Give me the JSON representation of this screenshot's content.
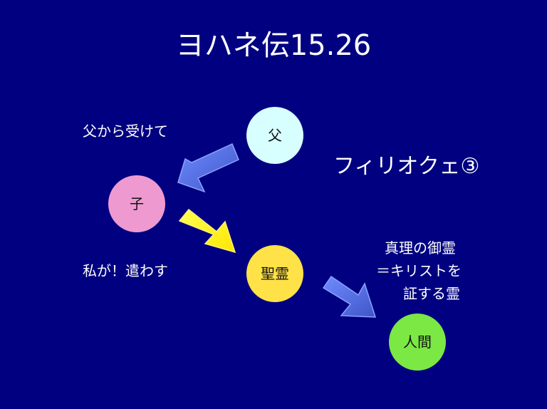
{
  "slide": {
    "title": "ヨハネ伝15.26",
    "subtitle": "フィリオクェ③",
    "labels": {
      "received_from_father": "父から受けて",
      "i_send": "私が！遣わす",
      "truth_line1": "真理の御霊",
      "truth_line2": "＝キリストを",
      "truth_line3": "証する霊"
    },
    "nodes": {
      "father": "父",
      "son": "子",
      "spirit": "聖霊",
      "human": "人間"
    },
    "colors": {
      "background": "#000080",
      "text": "#ffffff",
      "father_node": "#d8ffff",
      "son_node": "#ee9ad0",
      "spirit_node": "#ffe247",
      "human_node": "#7be843",
      "blue_arrow": "#4a66d6",
      "yellow_arrow": "#ffff33"
    }
  }
}
